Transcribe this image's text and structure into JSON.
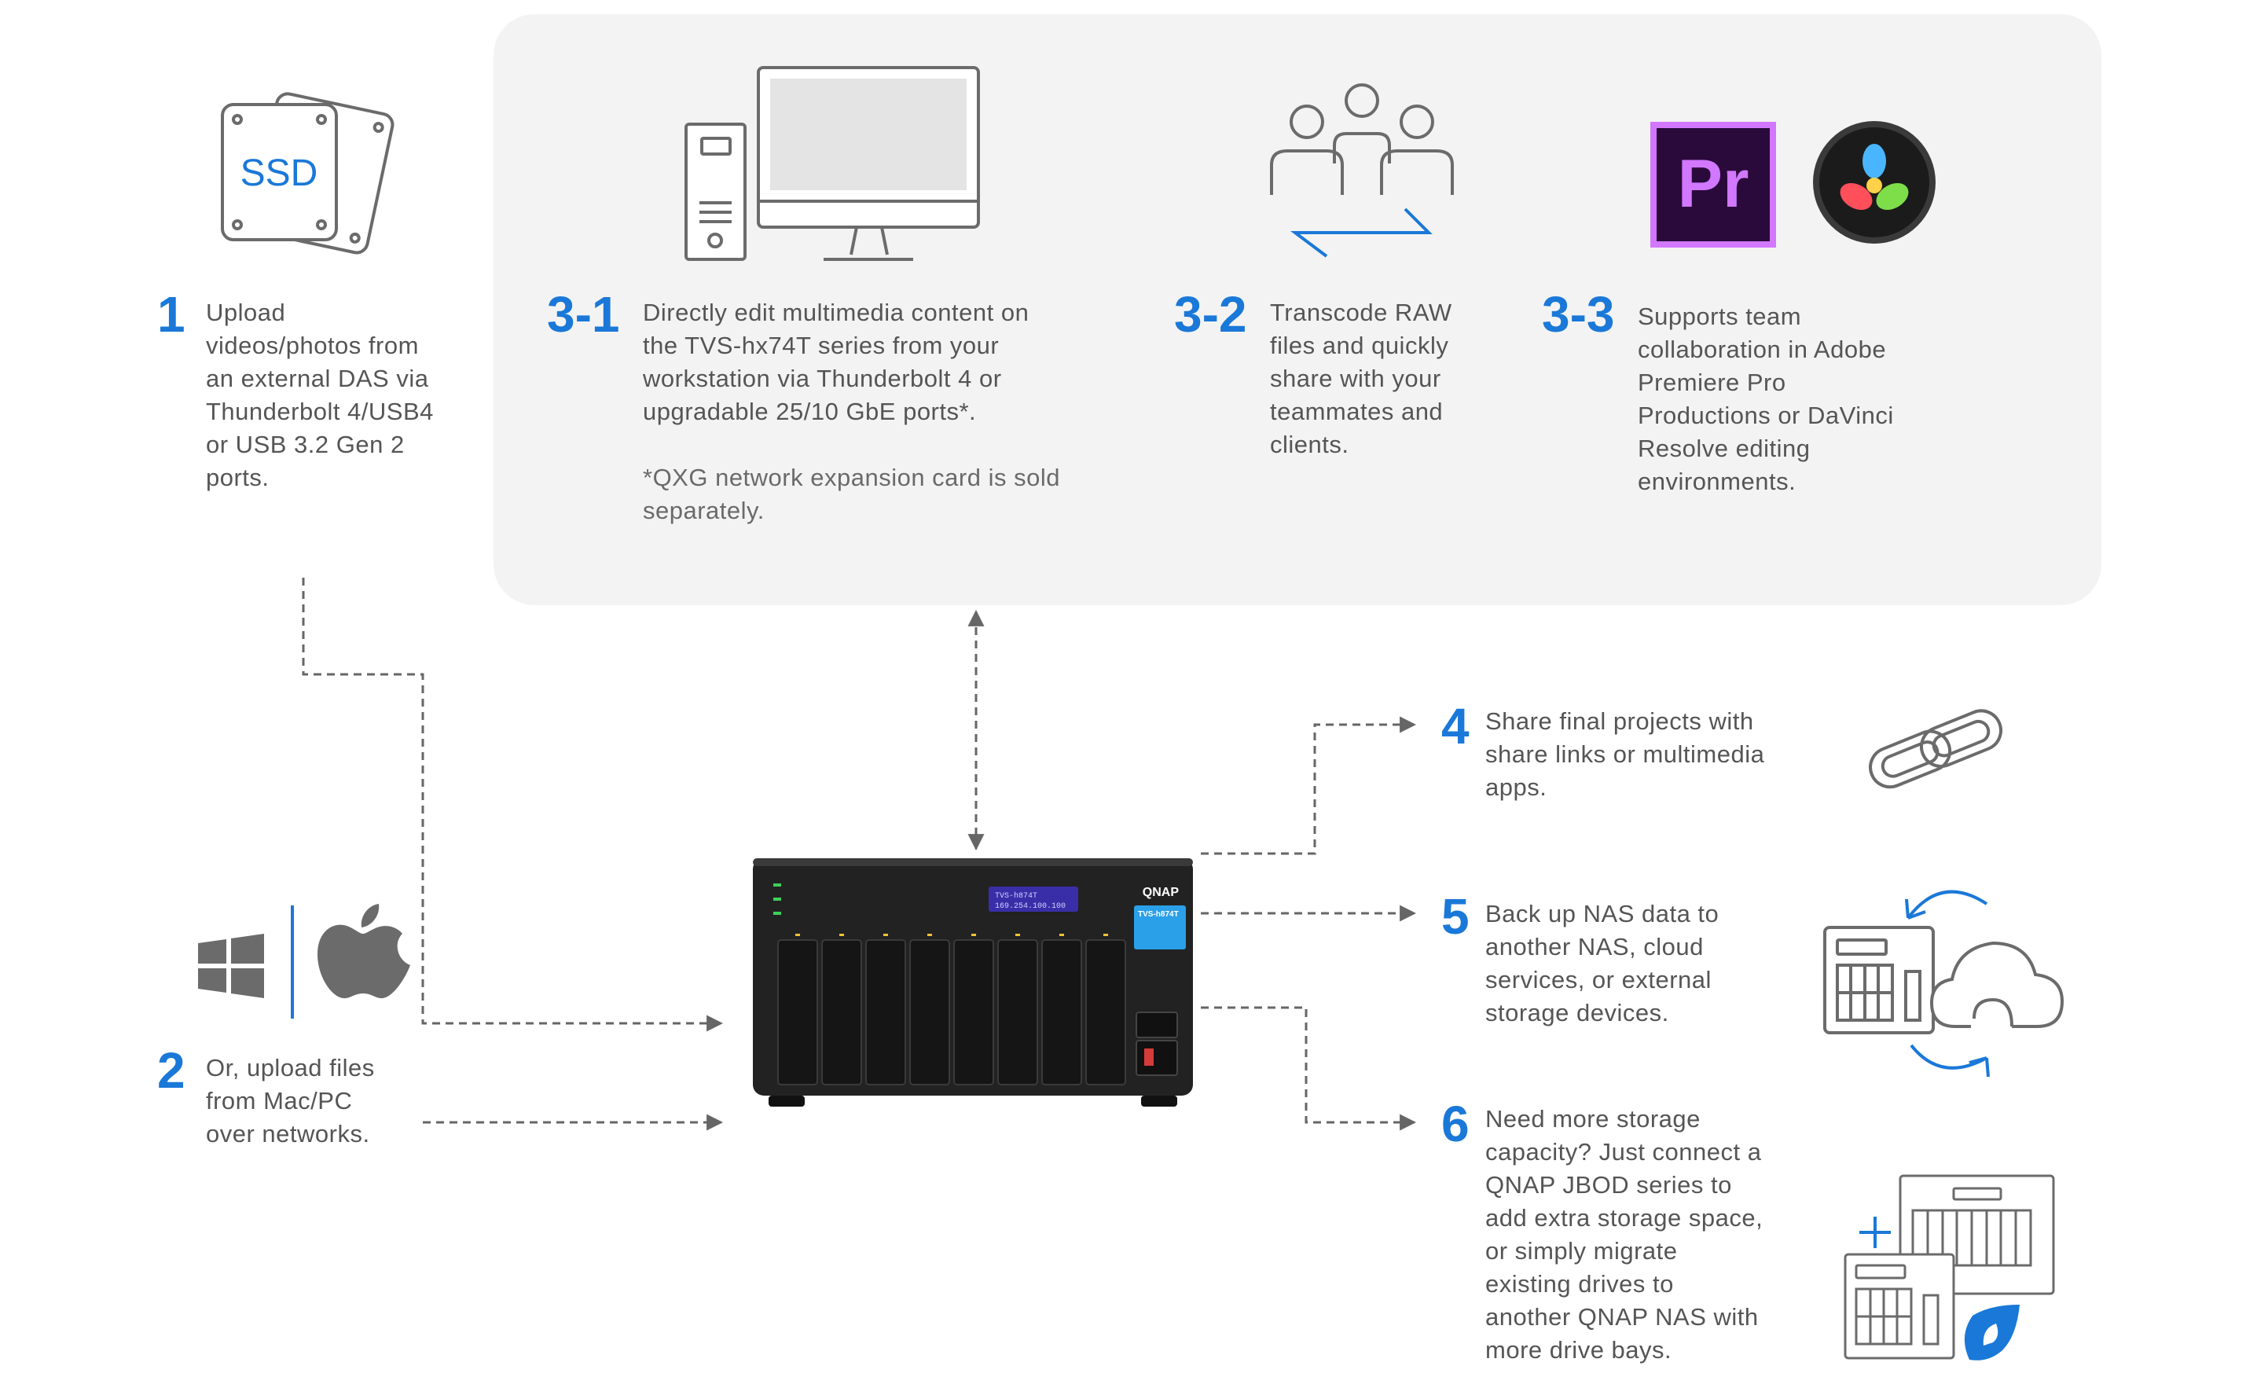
{
  "colors": {
    "accent": "#1a78d8",
    "text": "#555555",
    "panel": "#f3f3f3",
    "line": "#666666",
    "icon": "#6b6b6b",
    "nas_body": "#222222",
    "premiere_bg": "#2a0a3b",
    "premiere_accent": "#d277ff"
  },
  "icons": {
    "ssd": "ssd-drives-icon",
    "workstation": "desktop-computer-icon",
    "team": "team-users-icon",
    "premiere": "adobe-premiere-pro-logo",
    "davinci": "davinci-resolve-logo",
    "windows": "windows-logo",
    "apple": "apple-logo",
    "link": "chain-link-icon",
    "backup": "nas-cloud-backup-icon",
    "jbod": "jbod-expansion-icon"
  },
  "ssd_label": "SSD",
  "premiere_label": "Pr",
  "nas": {
    "brand": "QNAP",
    "model_badge": "TVS-h874T",
    "lcd_line1": "TVS-h874T",
    "lcd_line2": "169.254.100.100"
  },
  "steps": {
    "s1": {
      "number": "1",
      "lines": [
        "Upload",
        "videos/photos from",
        "an external DAS via",
        "Thunderbolt 4/USB4",
        "or USB 3.2 Gen 2",
        "ports."
      ]
    },
    "s2": {
      "number": "2",
      "lines": [
        "Or, upload files",
        "from Mac/PC",
        "over networks."
      ]
    },
    "s31": {
      "number": "3-1",
      "lines": [
        "Directly edit multimedia content on",
        "the TVS-hx74T series from your",
        "workstation via Thunderbolt 4 or",
        "upgradable 25/10 GbE ports*."
      ],
      "note_lines": [
        "*QXG network expansion card is sold",
        "separately."
      ]
    },
    "s32": {
      "number": "3-2",
      "lines": [
        "Transcode RAW",
        "files and quickly",
        "share with your",
        "teammates and",
        "clients."
      ]
    },
    "s33": {
      "number": "3-3",
      "lines": [
        "Supports team",
        "collaboration in Adobe",
        "Premiere Pro",
        "Productions or DaVinci",
        "Resolve editing",
        "environments."
      ]
    },
    "s4": {
      "number": "4",
      "lines": [
        "Share final projects with",
        "share links or multimedia",
        "apps."
      ]
    },
    "s5": {
      "number": "5",
      "lines": [
        "Back up NAS data to",
        "another NAS, cloud",
        "services, or external",
        "storage devices."
      ]
    },
    "s6": {
      "number": "6",
      "lines": [
        "Need more storage",
        "capacity? Just connect a",
        "QNAP JBOD series to",
        "add extra storage space,",
        "or simply migrate",
        "existing drives to",
        "another QNAP NAS with",
        "more drive bays."
      ]
    }
  }
}
